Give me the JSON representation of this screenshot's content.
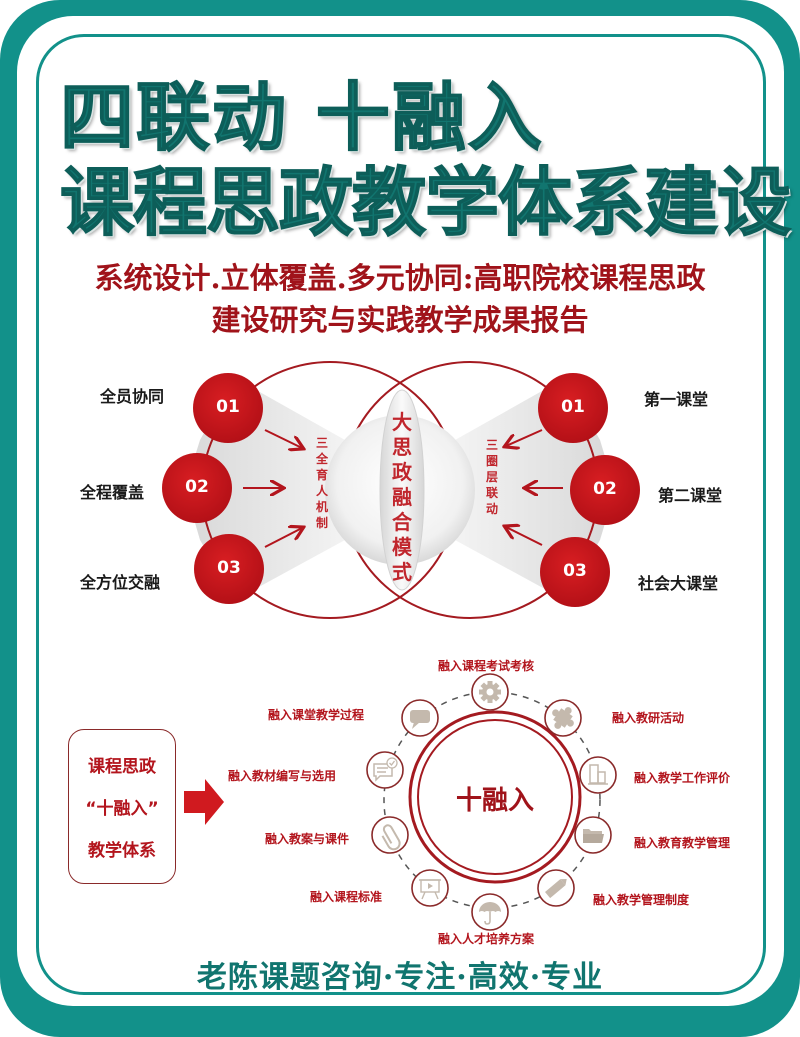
{
  "header": {
    "title_line1": "四联动 十融入",
    "title_line2": "课程思政教学体系建设"
  },
  "subtitle": {
    "line1": "系统设计.立体覆盖.多元协同:高职院校课程思政",
    "line2": "建设研究与实践教学成果报告"
  },
  "venn_diagram": {
    "center_label": "大思政融合模式",
    "left": {
      "mechanism_label": "三全育人机制",
      "items": [
        {
          "number": "01",
          "label": "全员协同"
        },
        {
          "number": "02",
          "label": "全程覆盖"
        },
        {
          "number": "03",
          "label": "全方位交融"
        }
      ]
    },
    "right": {
      "mechanism_label": "三圈层联动",
      "items": [
        {
          "number": "01",
          "label": "第一课堂"
        },
        {
          "number": "02",
          "label": "第二课堂"
        },
        {
          "number": "03",
          "label": "社会大课堂"
        }
      ]
    }
  },
  "integration_diagram": {
    "system_box": [
      "课程思政",
      "“十融入”",
      "教学体系"
    ],
    "center_label": "十融入",
    "items": [
      {
        "label": "融入课程考试考核",
        "icon": "gear-icon"
      },
      {
        "label": "融入教研活动",
        "icon": "puzzle-icon"
      },
      {
        "label": "融入教学工作评价",
        "icon": "bar-chart-icon"
      },
      {
        "label": "融入教育教学管理",
        "icon": "folder-icon"
      },
      {
        "label": "融入教学管理制度",
        "icon": "pencil-icon"
      },
      {
        "label": "融入人才培养方案",
        "icon": "umbrella-icon"
      },
      {
        "label": "融入课程标准",
        "icon": "presentation-board-icon"
      },
      {
        "label": "融入教案与课件",
        "icon": "paperclip-icon"
      },
      {
        "label": "融入教材编写与选用",
        "icon": "message-check-icon"
      },
      {
        "label": "融入课堂教学过程",
        "icon": "chat-bubble-icon"
      }
    ]
  },
  "footer": {
    "text": "老陈课题咨询·专注·高效·专业"
  },
  "colors": {
    "teal": "#12918a",
    "title_teal": "#11756f",
    "red": "#c0121b",
    "dark_red": "#a0131a",
    "icon_gray": "#c4b9ad"
  }
}
